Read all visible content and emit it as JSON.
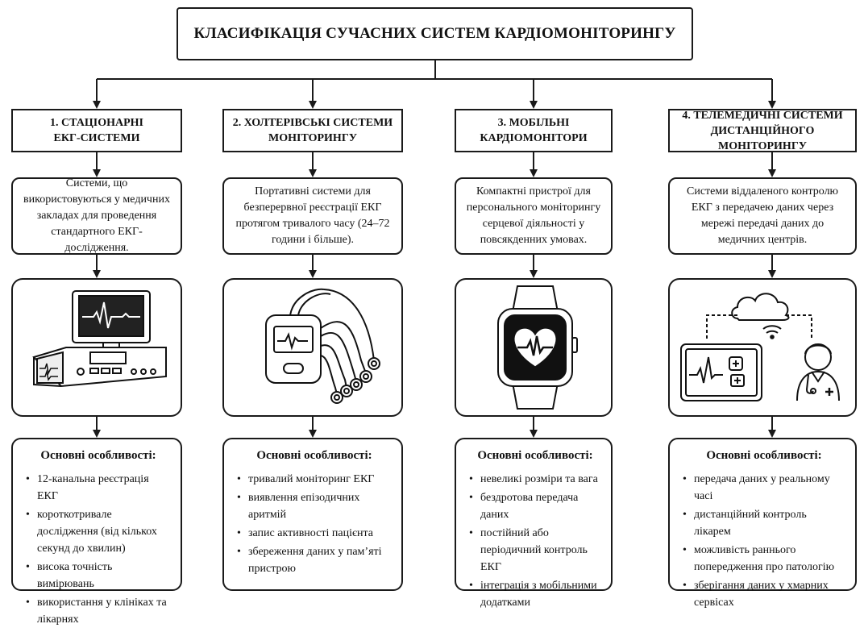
{
  "title": "КЛАСИФІКАЦІЯ СУЧАСНИХ СИСТЕМ КАРДІОМОНІТОРИНГУ",
  "features_heading": "Основні особливості:",
  "categories": [
    {
      "title_lines": [
        "1. СТАЦІОНАРНІ",
        "ЕКГ-СИСТЕМИ"
      ],
      "description": "Системи, що використовуються у медичних закладах для проведення стандартного ЕКГ-дослідження.",
      "illustration": "stationary-ecg-machine-icon",
      "features": [
        "12-канальна реєстрація ЕКГ",
        "короткотривале дослідження (від кількох секунд до хвилин)",
        "висока точність вимірювань",
        "використання у клініках та лікарнях"
      ]
    },
    {
      "title_lines": [
        "2. ХОЛТЕРІВСЬКІ СИСТЕМИ",
        "МОНІТОРИНГУ"
      ],
      "description": "Портативні системи для безперервної реєстрації ЕКГ протягом тривалого часу (24–72 години і більше).",
      "illustration": "holter-monitor-icon",
      "features": [
        "тривалий моніторинг ЕКГ",
        "виявлення епізодичних аритмій",
        "запис активності пацієнта",
        "збереження даних у пам’яті пристрою"
      ]
    },
    {
      "title_lines": [
        "3. МОБІЛЬНІ",
        "КАРДІОМОНІТОРИ"
      ],
      "description": "Компактні пристрої для персонального моніторингу серцевої діяльності у повсякденних умовах.",
      "illustration": "smartwatch-heart-icon",
      "features": [
        "невеликі розміри та вага",
        "бездротова передача даних",
        "постійний або періодичний контроль ЕКГ",
        "інтеграція з мобільними додатками"
      ]
    },
    {
      "title_lines": [
        "4. ТЕЛЕМЕДИЧНІ СИСТЕМИ",
        "ДИСТАНЦІЙНОГО МОНІТОРИНГУ"
      ],
      "description": "Системи віддаленого контролю ЕКГ з передачею даних через мережі передачі даних до медичних центрів.",
      "illustration": "telemedicine-cloud-doctor-icon",
      "features": [
        "передача даних у реальному часі",
        "дистанційний контроль лікарем",
        "можливість раннього попередження про патологію",
        "зберігання даних у хмарних сервісах"
      ]
    }
  ]
}
